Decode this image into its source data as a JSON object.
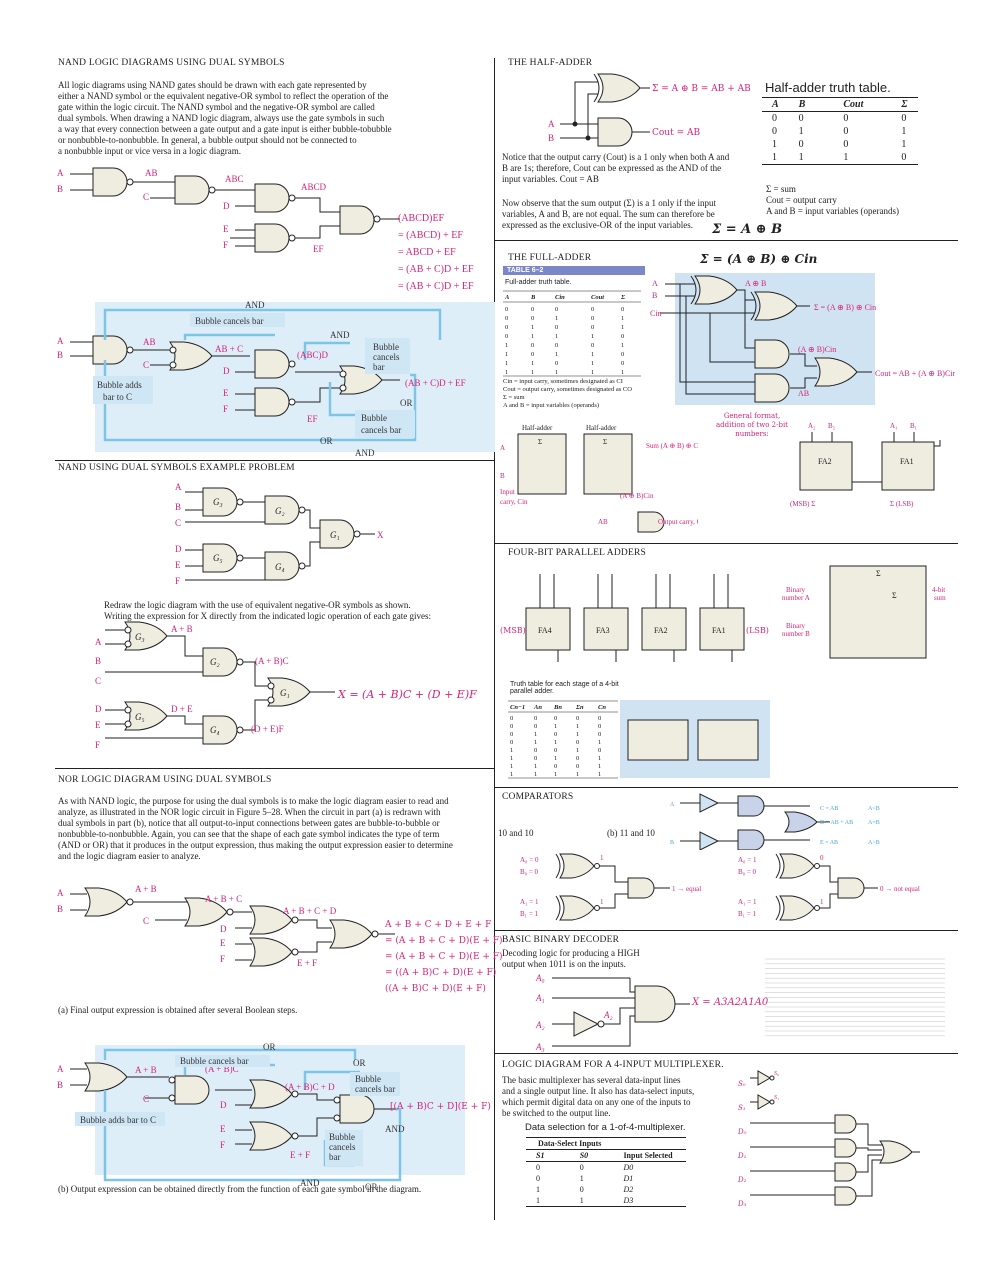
{
  "nand": {
    "title": "NAND LOGIC DIAGRAMS USING DUAL SYMBOLS",
    "para": [
      "All logic diagrams using NAND gates should be drawn with each gate represented by",
      "either a NAND symbol or the equivalent negative-OR symbol to reflect the operation of the",
      "gate within the logic circuit. The NAND symbol and the negative-OR symbol are called",
      "dual symbols. When drawing a NAND logic diagram, always use the gate symbols in such",
      "a way that every connection between a gate output and a gate input is either bubble-tobubble",
      "or nonbubble-to-nonbubble. In general, a bubble output should not be connected to",
      "a nonbubble input or vice versa in a logic diagram."
    ],
    "expr": [
      "(ABCD)EF",
      "= (ABCD) + EF",
      "= ABCD + EF",
      "= (AB + C)D + EF",
      "= (AB + C)D + EF"
    ],
    "labels": {
      "and": "AND",
      "or": "OR",
      "bubble_cancels_bar": "Bubble cancels bar",
      "bubble_cancels_bar_ml": "Bubble cancels bar",
      "bubble_adds_bar": "Bubble adds bar to C"
    }
  },
  "nand_example": {
    "title": "NAND USING DUAL SYMBOLS EXAMPLE PROBLEM",
    "para": [
      "Redraw the logic diagram with the use of equivalent negative-OR symbols as shown.",
      "Writing the expression for X directly from the indicated logic operation of each gate gives:"
    ],
    "x_expr": "X = (A + B)C + (D + E)F"
  },
  "nor": {
    "title": "NOR LOGIC DIAGRAM USING DUAL SYMBOLS",
    "para": [
      "As with NAND logic, the purpose for using the dual symbols is to make the logic diagram easier to read and",
      "analyze, as illustrated in the NOR logic circuit in Figure 5–28. When the circuit in part (a) is redrawn with",
      "dual symbols in part (b), notice that all output-to-input connections between gates are bubble-to-bubble or",
      "nonbubble-to-nonbubble. Again, you can see that the shape of each gate symbol indicates the type of term",
      "(AND or OR) that it produces in the output expression, thus making the output expression easier to determine",
      "and the logic diagram easier to analyze."
    ],
    "caption_a": "(a) Final output expression is obtained after several Boolean steps.",
    "caption_b": "(b) Output expression can be obtained directly from the function of each gate symbol in the diagram.",
    "expr": [
      "A + B + C + D + E + F",
      "= (A + B + C + D)(E + F)",
      "= (A + B + C + D)(E + F)",
      "= ((A + B)C + D)(E + F)",
      "((A + B)C + D)(E + F)"
    ],
    "out_b": "[(A + B)C + D](E + F)"
  },
  "half_adder": {
    "title": "THE HALF-ADDER",
    "sum_expr": "Σ = A ⊕ B = AB + AB",
    "cout_expr": "Cout = AB",
    "para1": [
      "Notice that the output carry (Cout) is a 1 only when both A and",
      "B are 1s; therefore, Cout can be expressed as the AND of the",
      "input variables. Cout = AB"
    ],
    "para2": [
      "Now observe that the sum output (Σ) is a 1 only if the input",
      "variables, A and B, are not equal. The sum can therefore be",
      "expressed as the exclusive-OR of the input variables."
    ],
    "big_expr": "Σ = A ⊕ B",
    "table_title": "Half-adder truth table.",
    "headers": [
      "A",
      "B",
      "Cout",
      "Σ"
    ],
    "rows": [
      [
        "0",
        "0",
        "0",
        "0"
      ],
      [
        "0",
        "1",
        "0",
        "1"
      ],
      [
        "1",
        "0",
        "0",
        "1"
      ],
      [
        "1",
        "1",
        "1",
        "0"
      ]
    ],
    "legend": [
      "Σ = sum",
      "Cout = output carry",
      "A and B = input variables (operands)"
    ]
  },
  "full_adder": {
    "title": "THE FULL-ADDER",
    "big_expr": "Σ = (A ⊕ B) ⊕ Cin",
    "table_tag": "TABLE 6–2",
    "table_title": "Full-adder truth table.",
    "headers": [
      "A",
      "B",
      "Cin",
      "Cout",
      "Σ"
    ],
    "rows": [
      [
        "0",
        "0",
        "0",
        "0",
        "0"
      ],
      [
        "0",
        "0",
        "1",
        "0",
        "1"
      ],
      [
        "0",
        "1",
        "0",
        "0",
        "1"
      ],
      [
        "0",
        "1",
        "1",
        "1",
        "0"
      ],
      [
        "1",
        "0",
        "0",
        "0",
        "1"
      ],
      [
        "1",
        "0",
        "1",
        "1",
        "0"
      ],
      [
        "1",
        "1",
        "0",
        "1",
        "0"
      ],
      [
        "1",
        "1",
        "1",
        "1",
        "1"
      ]
    ],
    "legend": [
      "Cin = input carry, sometimes designated as CI",
      "Cout = output carry, sometimes designated as CO",
      "Σ = sum",
      "A and B = input variables (operands)"
    ],
    "labels": {
      "axb": "A ⊕ B",
      "sum": "Σ = (A ⊕ B) ⊕ Cin",
      "axb_cin": "(A ⊕ B)Cin",
      "ab": "AB",
      "cout": "Cout = AB + (A ⊕ B)Cin",
      "general": "General format, addition of two 2-bit numbers:",
      "msb": "(MSB) Σ",
      "lsb": "Σ (LSB)",
      "fa1": "FA1",
      "fa2": "FA2",
      "half_adder": "Half-adder",
      "sum_out": "Sum (A ⊕ B) ⊕ Cin",
      "output_carry": "Output carry, Cout",
      "input_carry": "Input carry, Cin"
    }
  },
  "four_bit": {
    "title": "FOUR-BIT PARALLEL ADDERS",
    "blocks": [
      "FA4",
      "FA3",
      "FA2",
      "FA1"
    ],
    "msb": "(MSB)",
    "lsb": "(LSB)",
    "table_title": "Truth table for each stage of a 4-bit parallel adder.",
    "headers": [
      "Cn−1",
      "An",
      "Bn",
      "Σn",
      "Cn"
    ],
    "rows": [
      [
        "0",
        "0",
        "0",
        "0",
        "0"
      ],
      [
        "0",
        "0",
        "1",
        "1",
        "0"
      ],
      [
        "0",
        "1",
        "0",
        "1",
        "0"
      ],
      [
        "0",
        "1",
        "1",
        "0",
        "1"
      ],
      [
        "1",
        "0",
        "0",
        "1",
        "0"
      ],
      [
        "1",
        "0",
        "1",
        "0",
        "1"
      ],
      [
        "1",
        "1",
        "0",
        "0",
        "1"
      ],
      [
        "1",
        "1",
        "1",
        "1",
        "1"
      ]
    ]
  },
  "comparators": {
    "title": "COMPARATORS",
    "sub_a": "10 and 10",
    "sub_b": "(b)  11 and 10",
    "equal": "1 → equal",
    "not_equal": "0 → not equal",
    "outs": [
      "C = AB",
      "D = AB + AB",
      "E = AB"
    ],
    "arrows": [
      "A<B",
      "A=B",
      "A>B"
    ]
  },
  "decoder": {
    "title": "BASIC BINARY DECODER",
    "para": [
      "Decoding logic for producing a HIGH",
      "output when 1011 is on the inputs."
    ],
    "x_expr": "X = A3A2A1A0"
  },
  "mux": {
    "title": "LOGIC DIAGRAM FOR A 4-INPUT MULTIPLEXER.",
    "para": [
      "The basic multiplexer has several data-input lines",
      "and a single output line. It also has data-select inputs,",
      "which permit digital data on any one of the inputs to",
      "be switched to the output line."
    ],
    "table_title": "Data selection for a 1-of-4-multiplexer.",
    "group": "Data-Select Inputs",
    "headers": [
      "S1",
      "S0",
      "Input Selected"
    ],
    "rows": [
      [
        "0",
        "0",
        "D0"
      ],
      [
        "0",
        "1",
        "D1"
      ],
      [
        "1",
        "0",
        "D2"
      ],
      [
        "1",
        "1",
        "D3"
      ]
    ]
  }
}
